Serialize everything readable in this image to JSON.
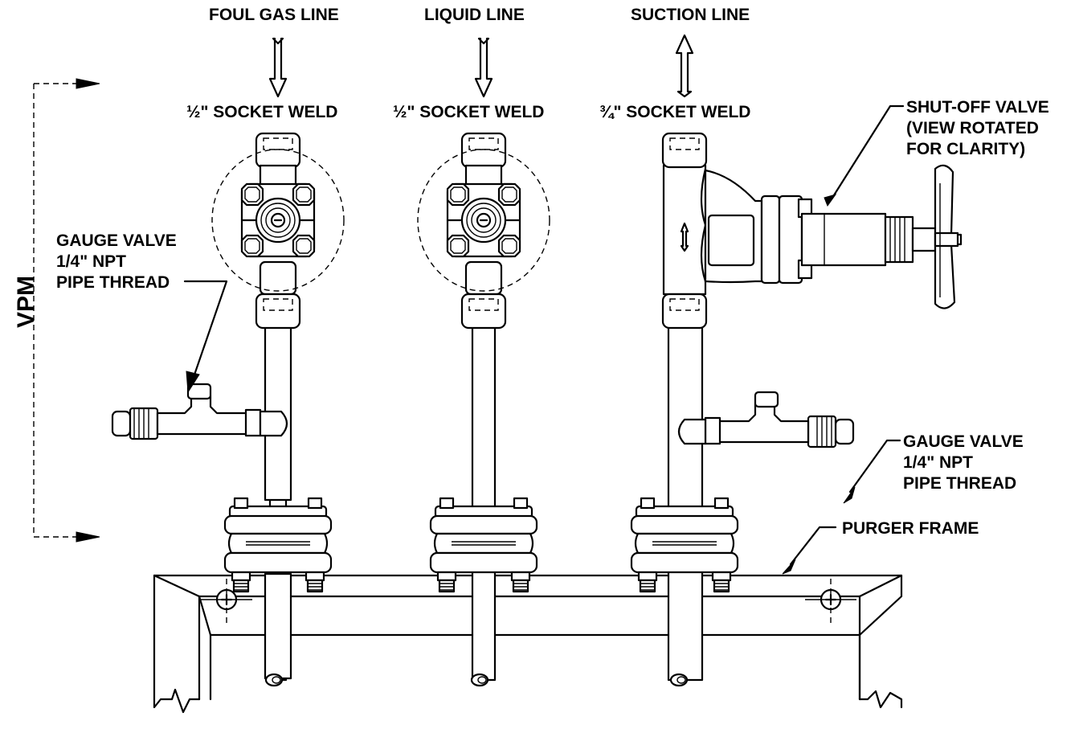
{
  "labels": {
    "foul_gas_line": "FOUL GAS LINE",
    "liquid_line": "LIQUID LINE",
    "suction_line": "SUCTION LINE",
    "foul_gas_weld": "½\" SOCKET WELD",
    "liquid_weld": "½\" SOCKET WELD",
    "suction_weld": "¾\" SOCKET WELD",
    "shutoff_valve": [
      "SHUT-OFF VALVE",
      "(VIEW ROTATED",
      "FOR CLARITY)"
    ],
    "gauge_valve_left": [
      "GAUGE VALVE",
      "1/4\" NPT",
      "PIPE THREAD"
    ],
    "gauge_valve_right": [
      "GAUGE VALVE",
      "1/4\" NPT",
      "PIPE THREAD"
    ],
    "purger_frame": "PURGER FRAME",
    "vpm": "VPM"
  }
}
